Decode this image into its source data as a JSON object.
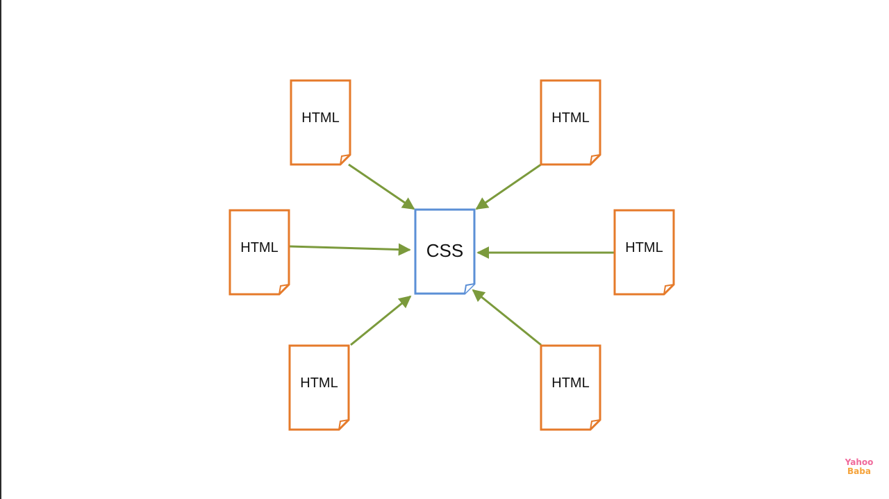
{
  "colors": {
    "html_doc_stroke": "#e57a2a",
    "css_doc_stroke": "#5b8fd6",
    "arrow": "#7b9a3c",
    "background": "#ffffff"
  },
  "nodes": {
    "css": {
      "label": "CSS"
    },
    "html_top_left": {
      "label": "HTML"
    },
    "html_top_right": {
      "label": "HTML"
    },
    "html_mid_left": {
      "label": "HTML"
    },
    "html_mid_right": {
      "label": "HTML"
    },
    "html_bottom_left": {
      "label": "HTML"
    },
    "html_bottom_right": {
      "label": "HTML"
    }
  },
  "edges": [
    {
      "from": "html_top_left",
      "to": "css"
    },
    {
      "from": "html_top_right",
      "to": "css"
    },
    {
      "from": "html_mid_left",
      "to": "css"
    },
    {
      "from": "html_mid_right",
      "to": "css"
    },
    {
      "from": "html_bottom_left",
      "to": "css"
    },
    {
      "from": "html_bottom_right",
      "to": "css"
    }
  ],
  "logo": {
    "line1": "Yahoo",
    "line2": "Baba"
  }
}
